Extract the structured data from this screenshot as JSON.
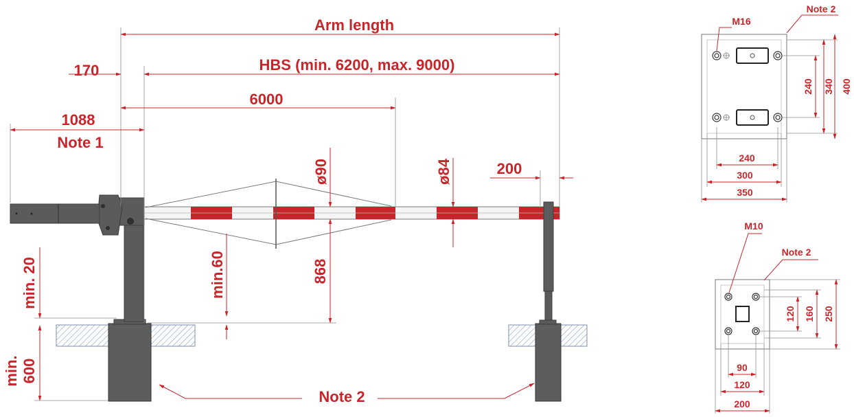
{
  "colors": {
    "accent": "#c8252a",
    "metal": "#5b5b5b",
    "boom_stripe_red": "#c8252a",
    "boom_white": "#f4f4f4"
  },
  "main_view": {
    "arm_length": "Arm length",
    "hbs": "HBS (min. 6200, max. 9000)",
    "d170": "170",
    "d6000": "6000",
    "d1088": "1088",
    "note1": "Note 1",
    "d90": "ø90",
    "d84": "ø84",
    "d200": "200",
    "min20": "min. 20",
    "min60": "min.60",
    "d868": "868",
    "min_label": "min.",
    "d600": "600",
    "note2": "Note 2"
  },
  "plate_large": {
    "thread": "M16",
    "note": "Note 2",
    "v240": "240",
    "v340": "340",
    "v400": "400",
    "h240": "240",
    "h300": "300",
    "h350": "350"
  },
  "plate_small": {
    "thread": "M10",
    "note": "Note 2",
    "v120": "120",
    "v160": "160",
    "v250": "250",
    "h90": "90",
    "h120": "120",
    "h200": "200"
  }
}
